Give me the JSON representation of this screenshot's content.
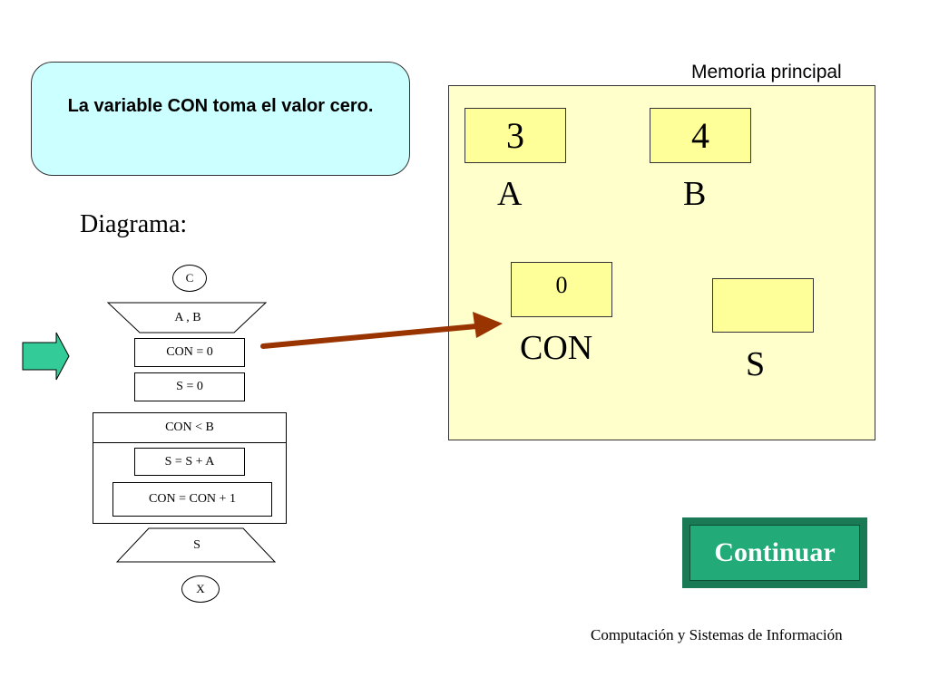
{
  "callout": {
    "text": "La variable  CON  toma el valor cero."
  },
  "diagram": {
    "title": "Diagrama:",
    "start": "C",
    "input": "A , B",
    "step1": "CON = 0",
    "step2": "S = 0",
    "loop_condition": "CON < B",
    "loop_body1": "S = S + A",
    "loop_body2": "CON = CON + 1",
    "output": "S",
    "end": "X"
  },
  "memory": {
    "title": "Memoria principal",
    "cells": {
      "a": {
        "value": "3",
        "label": "A"
      },
      "b": {
        "value": "4",
        "label": "B"
      },
      "con": {
        "value": "0",
        "label": "CON"
      },
      "s": {
        "value": "",
        "label": "S"
      }
    }
  },
  "continue_button": {
    "label": "Continuar"
  },
  "footer": {
    "text": "Computación y Sistemas de Información"
  },
  "colors": {
    "callout_bg": "#ccffff",
    "memory_bg": "#ffffcc",
    "cell_bg": "#ffff99",
    "arrow": "#993300",
    "pointer_arrow": "#33cc99",
    "button": "#22aa78"
  }
}
